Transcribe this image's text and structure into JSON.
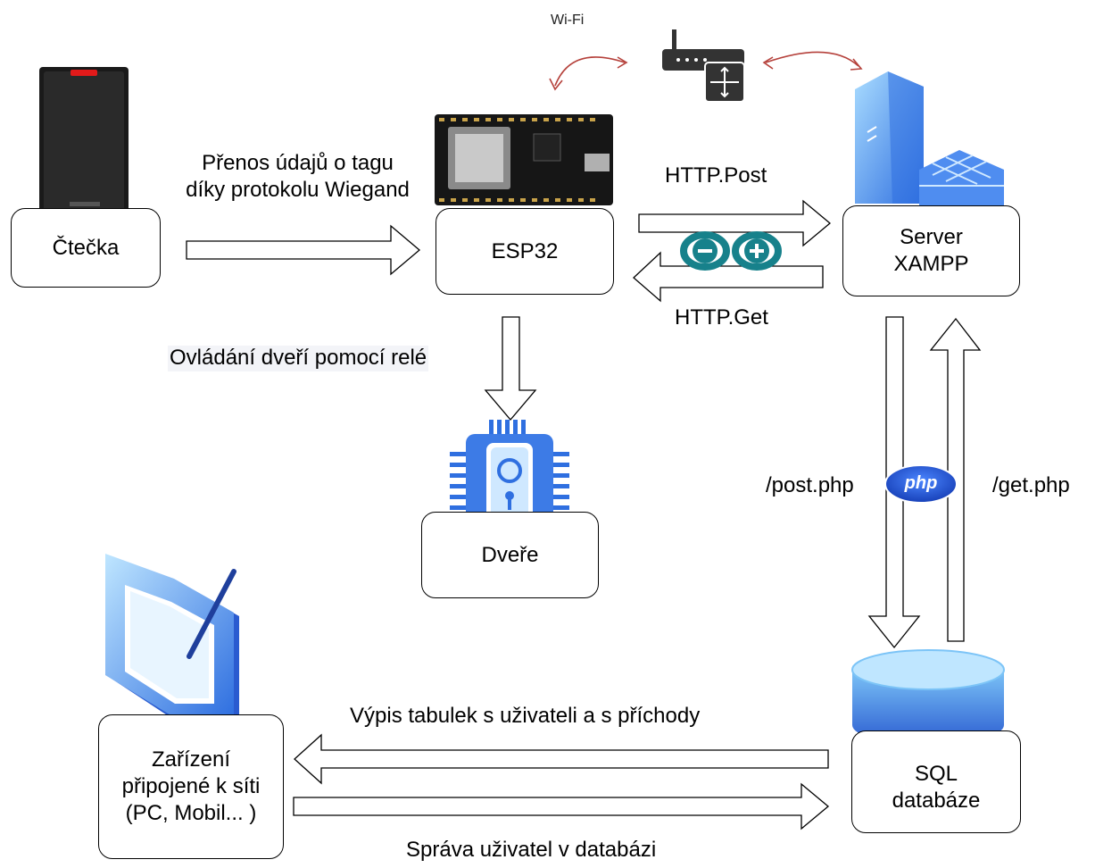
{
  "nodes": {
    "reader": "Čtečka",
    "esp32": "ESP32",
    "server": "Server\nXAMPP",
    "door": "Dveře",
    "device": "Zařízení\npřipojené k síti\n(PC, Mobil... )",
    "database": "SQL\ndatabáze"
  },
  "labels": {
    "wifi": "Wi-Fi",
    "wiegand": "Přenos údajů o tagu\ndíky protokolu Wiegand",
    "http_post": "HTTP.Post",
    "http_get": "HTTP.Get",
    "relay": "Ovládání dveří pomocí relé",
    "post_php": "/post.php",
    "get_php": "/get.php",
    "php_logo": "php",
    "tables_listing": "Výpis tabulek s uživateli a s příchody",
    "user_admin": "Správa uživatel v databázi"
  },
  "icons": {
    "reader": "rfid-reader-icon",
    "esp32": "esp32-board-icon",
    "router": "router-icon",
    "server": "server-database-icon",
    "door": "smart-lock-chip-icon",
    "device": "tablet-pen-icon",
    "database": "database-cylinder-icon",
    "arduino": "arduino-logo-icon",
    "php": "php-logo-icon"
  },
  "colors": {
    "wifi_arc": "#b5413b",
    "arduino": "#17818b",
    "php": "#2a5bd0",
    "icon_blue": "#2f6fe0",
    "icon_light": "#8ec9f5"
  }
}
